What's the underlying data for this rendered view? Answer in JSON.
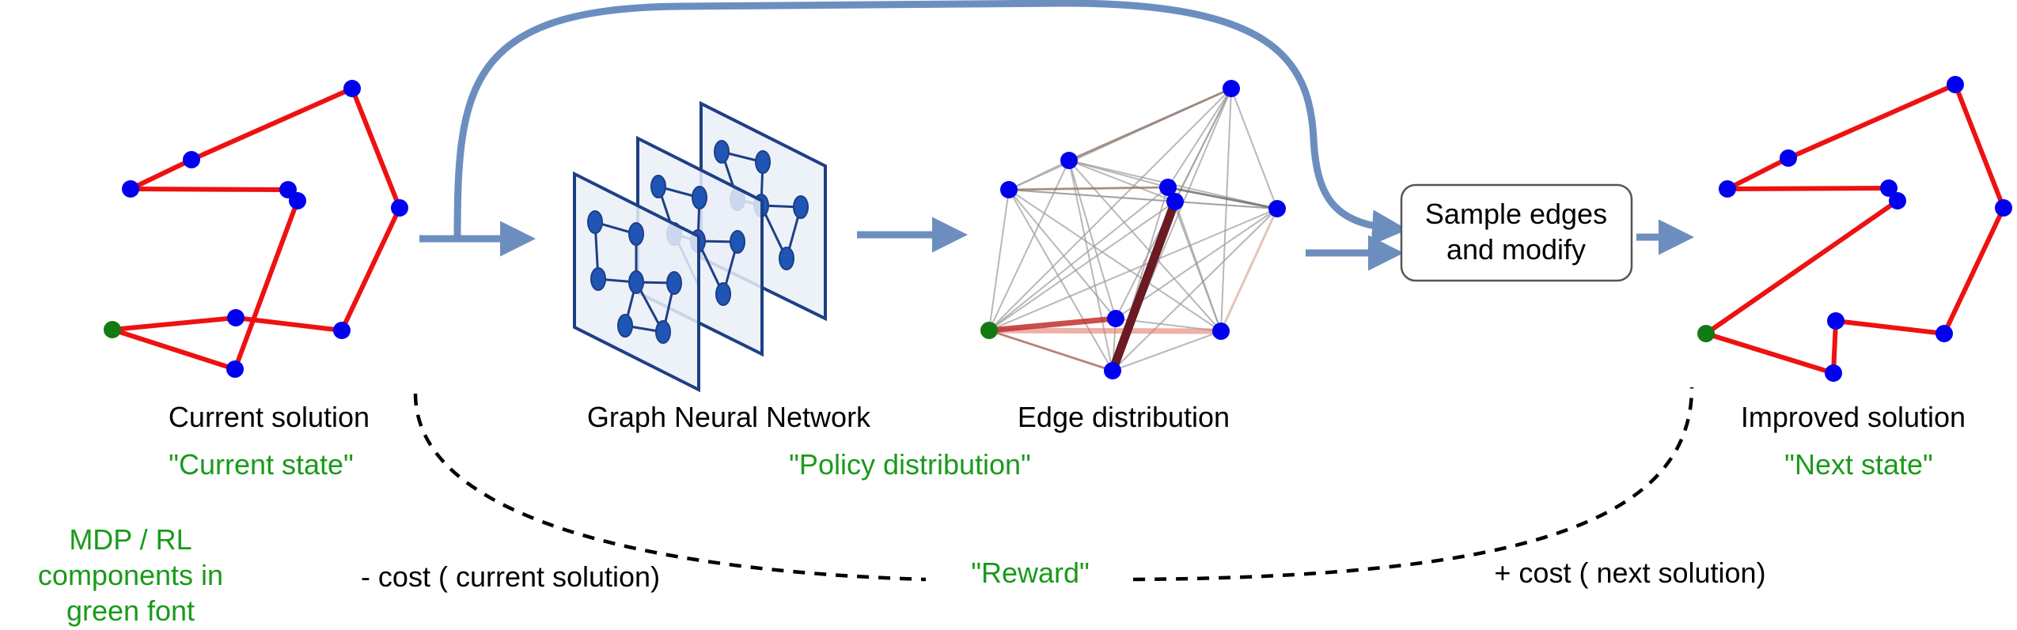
{
  "colors": {
    "green_text": "#1a9a1a",
    "tour_edge": "#ee1111",
    "node": "#0000ee",
    "start_node": "#127a12",
    "arrow": "#6c8ebf",
    "gnn_stroke": "#1e3f85",
    "gnn_fill": "#eaf0f8",
    "gnn_node": "#1f55b5"
  },
  "labels": {
    "current_solution": "Current solution",
    "current_state": "\"Current state\"",
    "gnn": "Graph Neural Network",
    "edge_distribution": "Edge distribution",
    "policy_distribution": "\"Policy distribution\"",
    "sample_line1": "Sample edges",
    "sample_line2": "and modify",
    "improved_solution": "Improved solution",
    "next_state": "\"Next state\"",
    "mdp_line1": "MDP / RL",
    "mdp_line2": "components in",
    "mdp_line3": "green font",
    "minus_cost": "- cost ( current solution)",
    "reward": "\"Reward\"",
    "plus_cost": "+ cost ( next solution)"
  }
}
